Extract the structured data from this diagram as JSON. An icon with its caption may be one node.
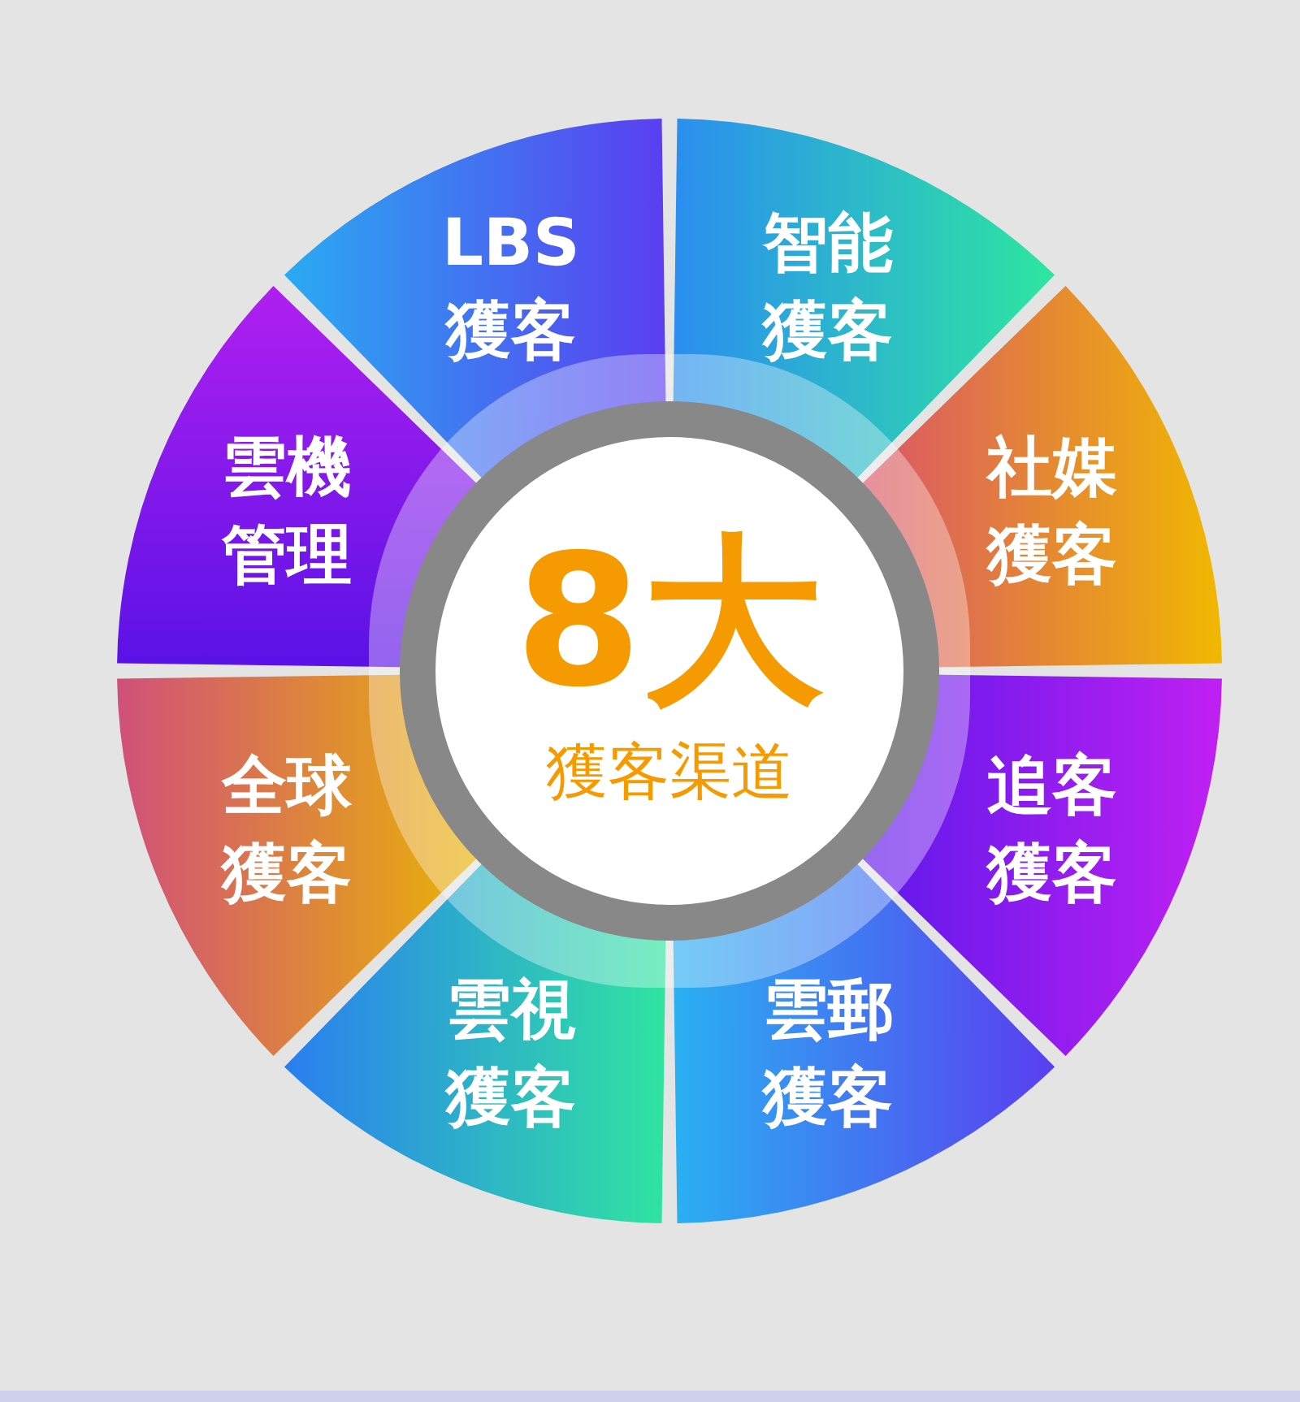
{
  "diagram": {
    "nodes": [
      {
        "text": [
          "8大",
          "獲客渠道"
        ]
      },
      {
        "text": [
          "LBS獲客"
        ]
      },
      {
        "text": [
          "智能獲客"
        ]
      },
      {
        "text": [
          "社媒獲客"
        ]
      },
      {
        "text": [
          "追客獲客"
        ]
      },
      {
        "text": [
          "雲郵獲客"
        ]
      },
      {
        "text": [
          "雲視獲客"
        ]
      },
      {
        "text": [
          "全球獲客"
        ]
      },
      {
        "text": [
          "雲機管理"
        ]
      }
    ]
  }
}
